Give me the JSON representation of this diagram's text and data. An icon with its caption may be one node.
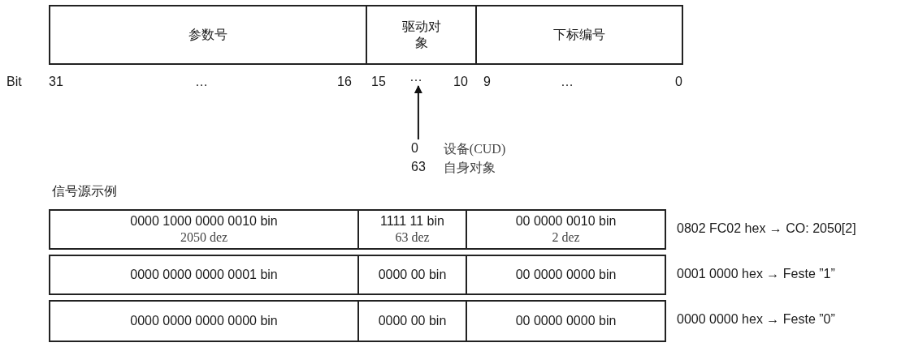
{
  "diagram": {
    "nodes": [
      {
        "text": [
          "参数号"
        ]
      },
      {
        "text": [
          "驱动对象"
        ]
      },
      {
        "text": [
          "下标编号"
        ]
      },
      {
        "text": [
          "…"
        ]
      },
      {
        "text": [
          "0",
          "设备(CUD)",
          "63",
          "自身对象"
        ]
      },
      {
        "text": [
          "0000 1000 0000 0010 bin",
          "2050 dez"
        ]
      },
      {
        "text": [
          "1111 11 bin",
          "63 dez"
        ]
      },
      {
        "text": [
          "00 0000 0010 bin",
          "2 dez"
        ]
      },
      {
        "text": [
          "0000 0000 0000 0001 bin"
        ]
      },
      {
        "text": [
          "0000 00 bin"
        ]
      },
      {
        "text": [
          "00 0000 0000 bin"
        ]
      },
      {
        "text": [
          "0000 0000 0000 0000 bin"
        ]
      },
      {
        "text": [
          "0000 00 bin"
        ]
      },
      {
        "text": [
          "00 0000 0000 bin"
        ]
      }
    ],
    "edges": [
      {
        "from": 4,
        "to": 3,
        "arrow": "to"
      }
    ],
    "labels": [
      "Bit",
      "31",
      "…",
      "16",
      "15",
      "10",
      "9",
      "…",
      "0",
      "信号源示例",
      "0802 FC02 hex → CO: 2050[2]",
      "0001 0000 hex → Feste ”1”",
      "0000 0000 hex → Feste ”0”"
    ]
  }
}
